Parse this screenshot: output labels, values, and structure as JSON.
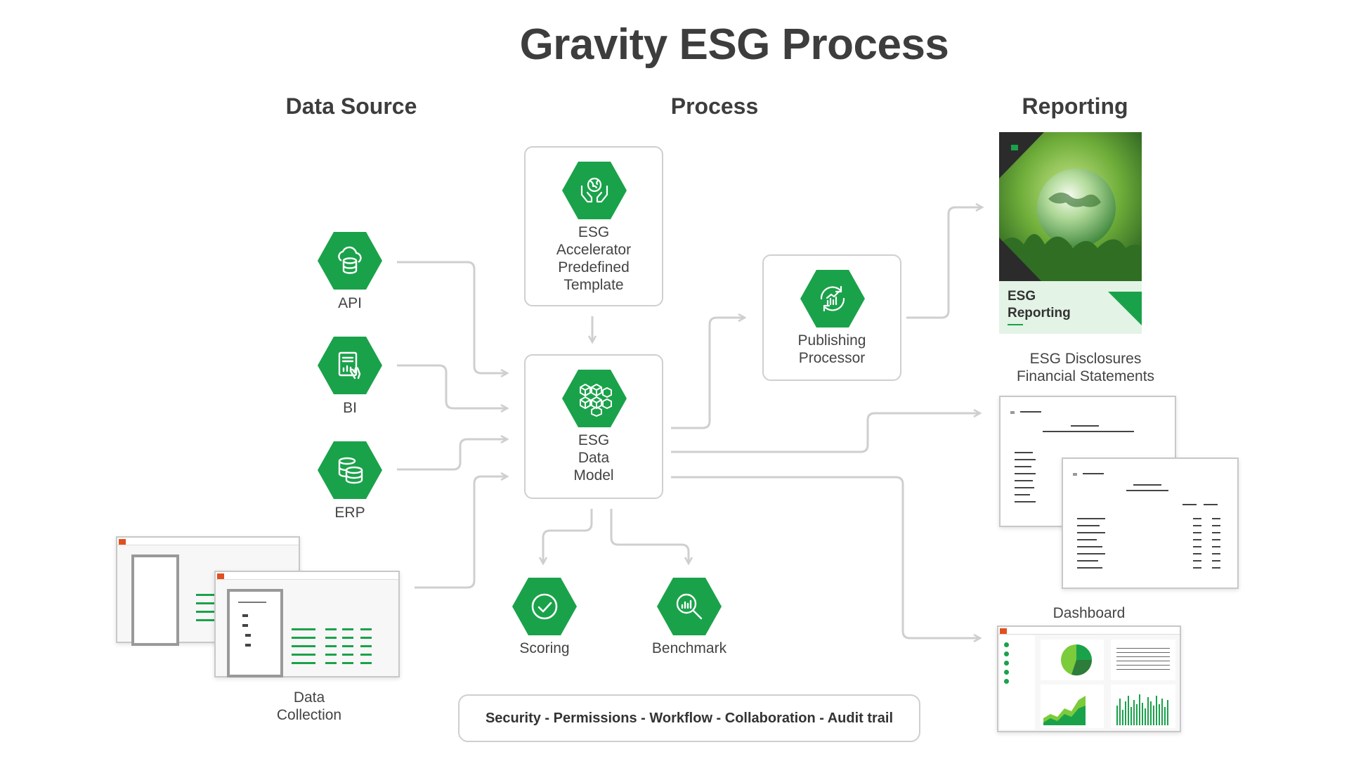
{
  "title": "Gravity ESG Process",
  "columns": {
    "data_source": "Data Source",
    "process": "Process",
    "reporting": "Reporting"
  },
  "sources": {
    "api": "API",
    "bi": "BI",
    "erp": "ERP",
    "data_collection_line1": "Data",
    "data_collection_line2": "Collection"
  },
  "process": {
    "template_lines": [
      "ESG",
      "Accelerator",
      "Predefined",
      "Template"
    ],
    "model_lines": [
      "ESG",
      "Data",
      "Model"
    ],
    "publishing_lines": [
      "Publishing",
      "Processor"
    ],
    "scoring": "Scoring",
    "benchmark": "Benchmark"
  },
  "reporting": {
    "cover_line1": "ESG",
    "cover_line2": "Reporting",
    "disclosures_line1": "ESG Disclosures",
    "disclosures_line2": "Financial Statements",
    "dashboard": "Dashboard"
  },
  "footer": "Security - Permissions - Workflow - Collaboration - Audit trail",
  "colors": {
    "accent": "#1aa24a",
    "connector": "#cfcfcf",
    "text": "#444444"
  }
}
